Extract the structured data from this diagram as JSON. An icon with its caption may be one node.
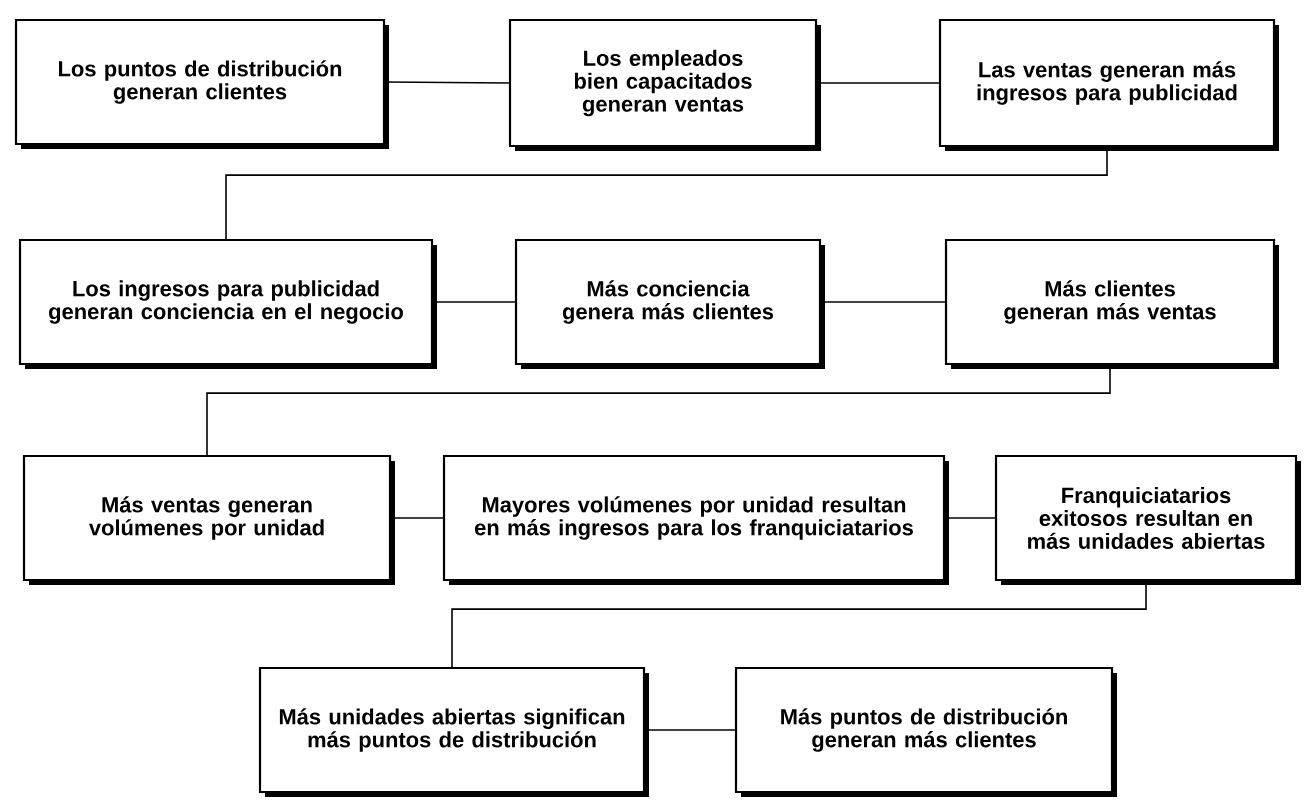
{
  "diagram": {
    "nodes": [
      {
        "text": [
          "Los puntos de distribución generan clientes"
        ]
      },
      {
        "text": [
          "Los empleados bien capacitados generan ventas"
        ]
      },
      {
        "text": [
          "Las ventas generan más ingresos para publicidad"
        ]
      },
      {
        "text": [
          "Los ingresos para publicidad generan conciencia en el negocio"
        ]
      },
      {
        "text": [
          "Más conciencia genera más clientes"
        ]
      },
      {
        "text": [
          "Más clientes generan más ventas"
        ]
      },
      {
        "text": [
          "Más ventas generan volúmenes por unidad"
        ]
      },
      {
        "text": [
          "Mayores volúmenes por unidad resultan en más ingresos para los franquiciatarios"
        ]
      },
      {
        "text": [
          "Franquiciatarios exitosos resultan en más unidades abiertas"
        ]
      },
      {
        "text": [
          "Más unidades abiertas significan más puntos de distribución"
        ]
      },
      {
        "text": [
          "Más puntos de distribución generan más clientes"
        ]
      }
    ],
    "edges": [
      {
        "from": 0,
        "to": 1,
        "arrow": "none"
      },
      {
        "from": 1,
        "to": 2,
        "arrow": "none"
      },
      {
        "from": 2,
        "to": 3,
        "arrow": "none"
      },
      {
        "from": 3,
        "to": 4,
        "arrow": "none"
      },
      {
        "from": 4,
        "to": 5,
        "arrow": "none"
      },
      {
        "from": 5,
        "to": 6,
        "arrow": "none"
      },
      {
        "from": 6,
        "to": 7,
        "arrow": "none"
      },
      {
        "from": 7,
        "to": 8,
        "arrow": "none"
      },
      {
        "from": 8,
        "to": 9,
        "arrow": "none"
      },
      {
        "from": 9,
        "to": 10,
        "arrow": "none"
      }
    ]
  }
}
